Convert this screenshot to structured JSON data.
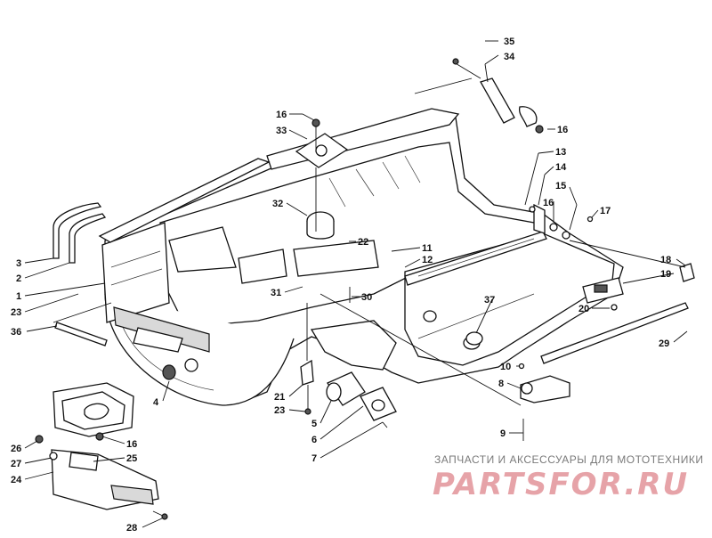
{
  "diagram": {
    "callouts": [
      {
        "id": "c35",
        "label": "35"
      },
      {
        "id": "c34",
        "label": "34"
      },
      {
        "id": "c16a",
        "label": "16"
      },
      {
        "id": "c16b",
        "label": "16"
      },
      {
        "id": "c33",
        "label": "33"
      },
      {
        "id": "c13",
        "label": "13"
      },
      {
        "id": "c14",
        "label": "14"
      },
      {
        "id": "c15",
        "label": "15"
      },
      {
        "id": "c16c",
        "label": "16"
      },
      {
        "id": "c17",
        "label": "17"
      },
      {
        "id": "c32",
        "label": "32"
      },
      {
        "id": "c22",
        "label": "22"
      },
      {
        "id": "c11",
        "label": "11"
      },
      {
        "id": "c12",
        "label": "12"
      },
      {
        "id": "c18",
        "label": "18"
      },
      {
        "id": "c19",
        "label": "19"
      },
      {
        "id": "c3",
        "label": "3"
      },
      {
        "id": "c2",
        "label": "2"
      },
      {
        "id": "c1",
        "label": "1"
      },
      {
        "id": "c23a",
        "label": "23"
      },
      {
        "id": "c31",
        "label": "31"
      },
      {
        "id": "c30",
        "label": "30"
      },
      {
        "id": "c20",
        "label": "20"
      },
      {
        "id": "c37",
        "label": "37"
      },
      {
        "id": "c36",
        "label": "36"
      },
      {
        "id": "c29",
        "label": "29"
      },
      {
        "id": "c10",
        "label": "10"
      },
      {
        "id": "c8",
        "label": "8"
      },
      {
        "id": "c4",
        "label": "4"
      },
      {
        "id": "c21",
        "label": "21"
      },
      {
        "id": "c23b",
        "label": "23"
      },
      {
        "id": "c5",
        "label": "5"
      },
      {
        "id": "c6",
        "label": "6"
      },
      {
        "id": "c7",
        "label": "7"
      },
      {
        "id": "c9",
        "label": "9"
      },
      {
        "id": "c26",
        "label": "26"
      },
      {
        "id": "c16d",
        "label": "16"
      },
      {
        "id": "c25",
        "label": "25"
      },
      {
        "id": "c27",
        "label": "27"
      },
      {
        "id": "c24",
        "label": "24"
      },
      {
        "id": "c28",
        "label": "28"
      }
    ]
  },
  "watermark": {
    "tagline": "ЗАПЧАСТИ И АКСЕССУАРЫ ДЛЯ МОТОТЕХНИКИ",
    "logo": "PARTSFOR.RU",
    "logo_color": "#e6a3a8"
  }
}
